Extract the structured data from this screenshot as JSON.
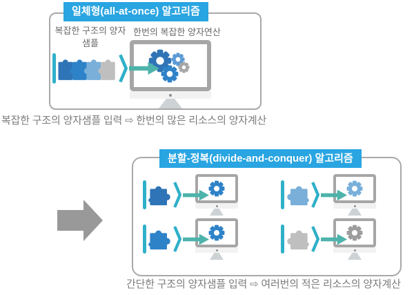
{
  "top": {
    "title": "일체형(all-at-once) 알고리즘",
    "input_label": "복잡한 구조의 양자샘플",
    "operation_label": "한번의 복잡한 양자연산",
    "caption": "복잡한 구조의 양자샘플 입력 ⇨ 한번의 많은 리소스의 양자계산"
  },
  "bottom": {
    "title": "분할-정복(divide-and-conquer) 알고리즘",
    "caption": "간단한 구조의 양자샘플 입력 ⇨ 여러번의 적은 리소스의 양자계산"
  },
  "icons": {
    "ket_bar": "quantum-state-bar",
    "ket_bracket": "angle-bracket-ket",
    "puzzle_chain": "four-piece-puzzle-chain",
    "puzzle_piece": "single-puzzle-piece",
    "flow_arrow": "teal-right-arrow",
    "transform_arrow": "big-gray-right-arrow",
    "computer": "desktop-monitor",
    "gear": "gear"
  },
  "colors": {
    "title_bg": "#29a5e1",
    "title_text": "#ffffff",
    "ket_cyan": "#2fb0c9",
    "arrow_teal": "#4db3ab",
    "piece_dark_blue": "#2e74b6",
    "piece_mid_blue": "#2e82c8",
    "piece_light_blue": "#79afd9",
    "piece_soft_blue": "#5b9bd5",
    "piece_gray": "#bfbfbf",
    "gear_gray": "#9d9d9d",
    "monitor_gray": "#a6a6a6",
    "big_arrow_gray": "#999999",
    "caption_text": "#7b7b7b",
    "label_text": "#696969",
    "panel_border": "#a8a8a8"
  },
  "mini_variants": [
    {
      "position": "top-left",
      "puzzle": "dark_blue",
      "gear": "mid_blue"
    },
    {
      "position": "top-right",
      "puzzle": "light_blue",
      "gear": "light_blue"
    },
    {
      "position": "bottom-left",
      "puzzle": "mid_blue",
      "gear": "mid_blue"
    },
    {
      "position": "bottom-right",
      "puzzle": "gray",
      "gear": "gray"
    }
  ]
}
